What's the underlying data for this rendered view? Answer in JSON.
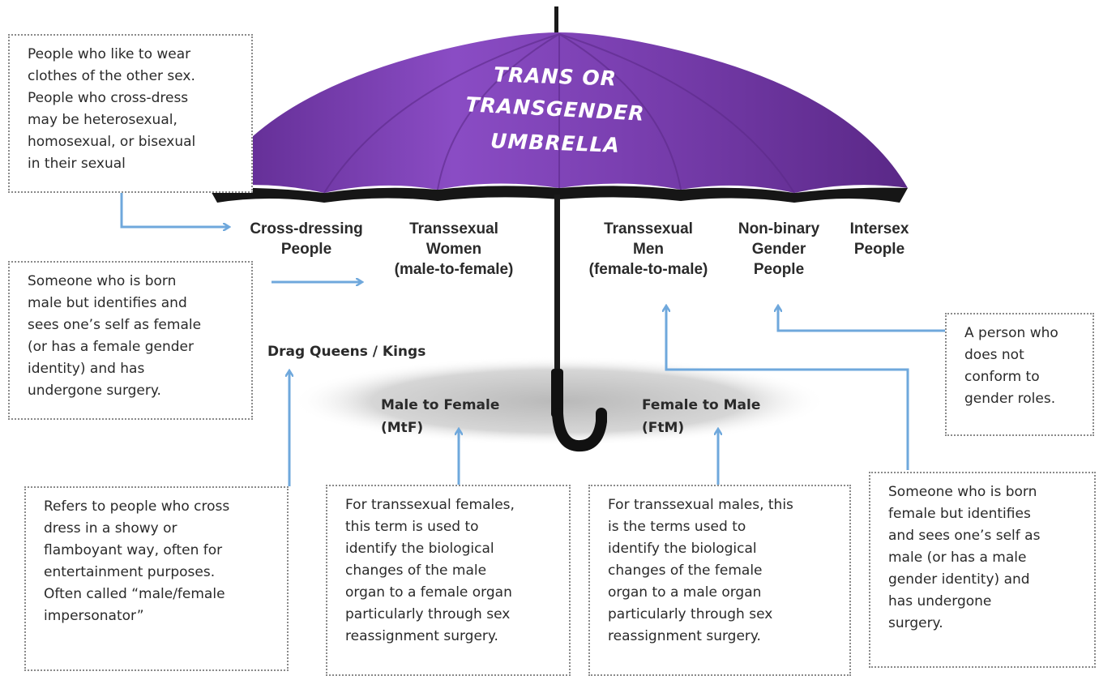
{
  "umbrella": {
    "title_lines": [
      "TRANS OR",
      "TRANSGENDER",
      "UMBRELLA"
    ],
    "canopy_color": "#7a3fb0",
    "arrow_color": "#6fa8dc"
  },
  "terms": {
    "cross_dressing": "Cross-dressing\nPeople",
    "transsexual_women": "Transsexual\nWomen\n(male-to-female)",
    "transsexual_men": "Transsexual\nMen\n(female-to-male)",
    "non_binary": "Non-binary\nGender\nPeople",
    "intersex": "Intersex\nPeople"
  },
  "subterms": {
    "drag": "Drag Queens / Kings",
    "mtf": "Male to Female\n(MtF)",
    "ftm": "Female to Male\n(FtM)"
  },
  "boxes": {
    "cross_dress_def": "People who like to wear\nclothes of the other sex.\nPeople who cross-dress\nmay be heterosexual,\nhomosexual, or bisexual\nin their sexual",
    "trans_women_def": "Someone who is born\nmale but identifies and\nsees one’s self as female\n(or has a female gender\nidentity) and has\nundergone surgery.",
    "non_binary_def": "A person who\ndoes not\nconform to\ngender roles.",
    "drag_def": "Refers to people who cross\ndress in a showy or\nflamboyant way, often for\nentertainment purposes.\nOften called “male/female\nimpersonator”",
    "mtf_def": "For transsexual females,\nthis term is used to\nidentify the biological\nchanges of the male\norgan to a female organ\nparticularly through sex\nreassignment surgery.",
    "ftm_def": "For transsexual males, this\nis the terms used to\nidentify the biological\nchanges of the female\norgan to a male organ\nparticularly through sex\nreassignment surgery.",
    "trans_men_def": "Someone who is born\nfemale but identifies\nand sees one’s self as\nmale (or has a male\ngender identity) and\nhas undergone\nsurgery."
  }
}
